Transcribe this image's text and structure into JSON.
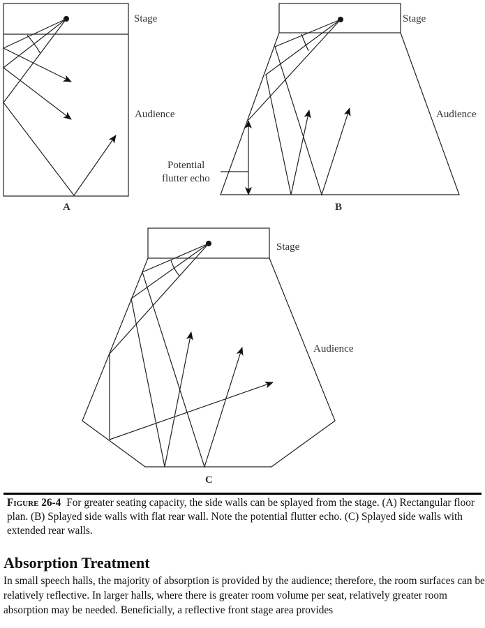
{
  "figure": {
    "panels": [
      {
        "label": "A",
        "stage": "Stage",
        "audience": "Audience"
      },
      {
        "label": "B",
        "stage": "Stage",
        "audience": "Audience",
        "annotation_line1": "Potential",
        "annotation_line2": "flutter echo"
      },
      {
        "label": "C",
        "stage": "Stage",
        "audience": "Audience"
      }
    ],
    "caption_number": "Figure 26-4",
    "caption_text": "For greater seating capacity, the side walls can be splayed from the stage. (A) Rectangular floor plan. (B) Splayed side walls with flat rear wall. Note the potential flutter echo. (C) Splayed side walls with extended rear walls."
  },
  "section": {
    "heading": "Absorption Treatment",
    "paragraph": "In small speech halls, the majority of absorption is provided by the audience; therefore, the room surfaces can be relatively reflective. In larger halls, where there is greater room volume per seat, relatively greater room absorption may be needed. Beneficially, a reflective front stage area provides"
  }
}
